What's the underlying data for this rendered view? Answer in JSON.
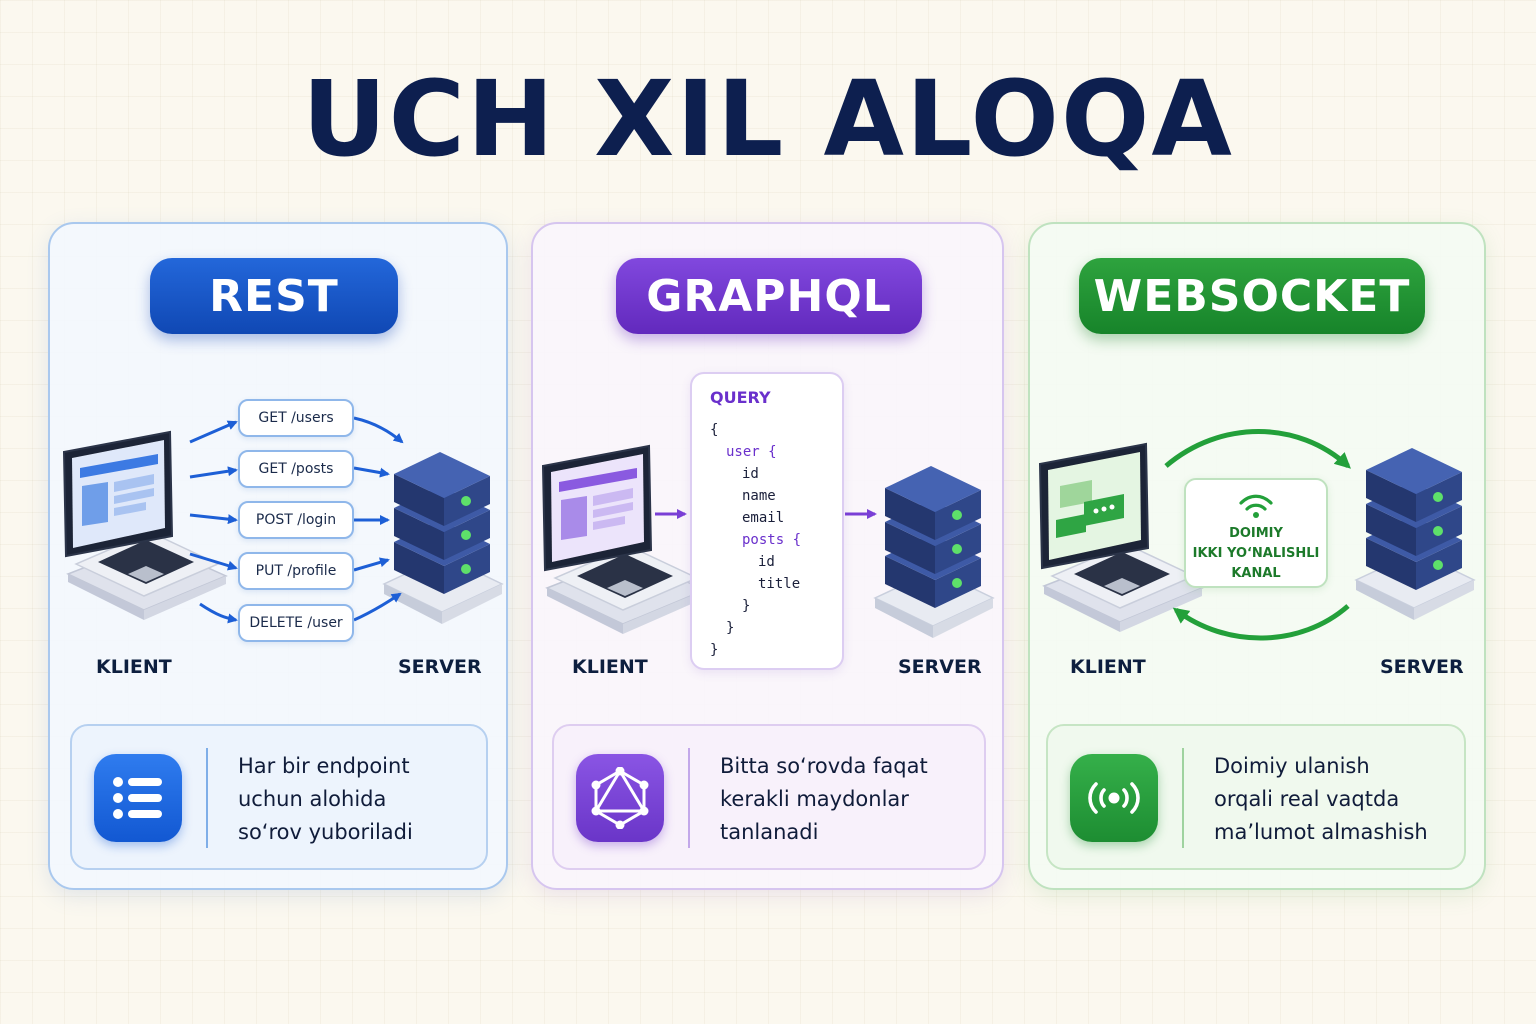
{
  "title": "UCH XIL ALOQA",
  "labels": {
    "client": "KLIENT",
    "server": "SERVER"
  },
  "panels": {
    "rest": {
      "name": "REST",
      "accent": "#1652c4",
      "requests": [
        "GET /users",
        "GET /posts",
        "POST /login",
        "PUT /profile",
        "DELETE /user"
      ],
      "description": [
        "Har bir endpoint",
        "uchun alohida",
        "so‘rov yuboriladi"
      ],
      "icon": "list-icon"
    },
    "graphql": {
      "name": "GRAPHQL",
      "accent": "#6a30cc",
      "query_title": "QUERY",
      "query_lines": [
        "{",
        "user {",
        "id",
        "name",
        "email",
        "posts {",
        "id",
        "title",
        "}",
        "}",
        "}"
      ],
      "description": [
        "Bitta so‘rovda faqat",
        "kerakli maydonlar",
        "tanlanadi"
      ],
      "icon": "graphql-icon"
    },
    "websocket": {
      "name": "WEBSOCKET",
      "accent": "#1d8d32",
      "channel": [
        "DOIMIY",
        "IKKI YO‘NALISHLI",
        "KANAL"
      ],
      "description": [
        "Doimiy ulanish",
        "orqali real vaqtda",
        "ma’lumot almashish"
      ],
      "icon": "broadcast-icon"
    }
  }
}
